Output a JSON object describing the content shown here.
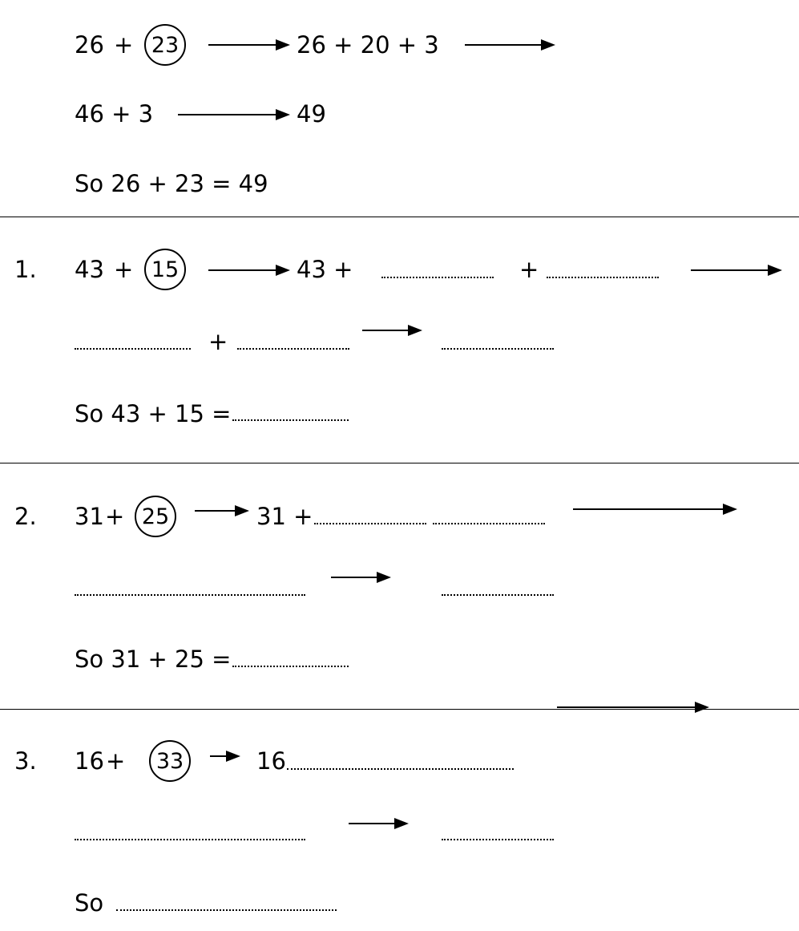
{
  "example": {
    "line1": {
      "a": "26",
      "plus": "+",
      "circled": "23",
      "expanded": "26 + 20 + 3"
    },
    "line2": {
      "expr": "46 + 3",
      "result": "49"
    },
    "line3": {
      "text": "So 26 + 23 = 49"
    }
  },
  "q1": {
    "number": "1.",
    "line1": {
      "a": "43",
      "plus": "+",
      "circled": "15",
      "partial": "43 +",
      "plus2": "+"
    },
    "line2": {
      "plus": "+"
    },
    "line3": {
      "text": "So 43 + 15 ="
    }
  },
  "q2": {
    "number": "2.",
    "line1": {
      "a": "31",
      "plus": "+",
      "circled": "25",
      "partial": "31 +"
    },
    "line3": {
      "text": "So 31 + 25 ="
    }
  },
  "q3": {
    "number": "3.",
    "line1": {
      "a": "16",
      "plus": "+",
      "circled": "33",
      "partial": "16"
    },
    "line3": {
      "text": "So"
    }
  }
}
